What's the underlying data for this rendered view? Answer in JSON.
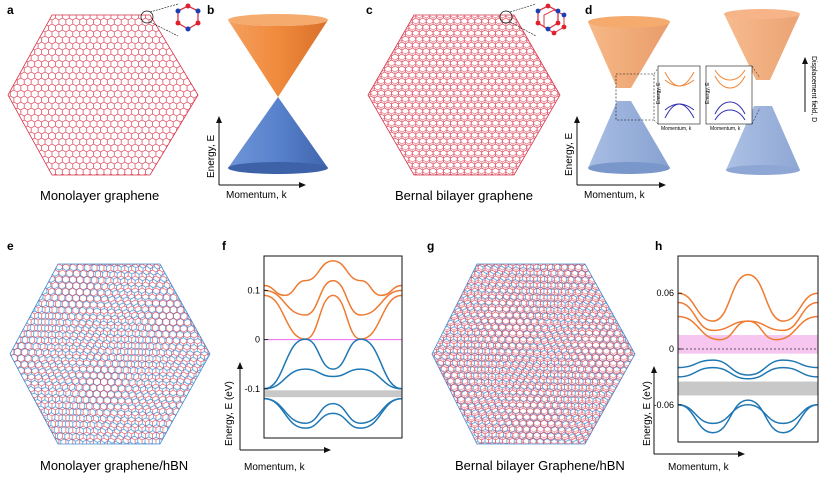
{
  "panels": {
    "a": {
      "label": "a",
      "caption": "Monolayer graphene"
    },
    "b": {
      "label": "b",
      "ylabel": "Energy, E",
      "xlabel": "Momentum, k"
    },
    "c": {
      "label": "c",
      "caption": "Bernal bilayer graphene"
    },
    "d": {
      "label": "d",
      "ylabel": "Energy, E",
      "xlabel": "Momentum, k",
      "inset_ylabel": "Energy, E",
      "inset_xlabel": "Momentum, k",
      "side_label": "Displacement field, D"
    },
    "e": {
      "label": "e",
      "caption": "Monolayer graphene/hBN"
    },
    "f": {
      "label": "f",
      "ylabel": "Energy,  E (eV)",
      "xlabel": "Momentum, k"
    },
    "g": {
      "label": "g",
      "caption": "Bernal bilayer Graphene/hBN"
    },
    "h": {
      "label": "h",
      "ylabel": "Energy,  E (eV)",
      "xlabel": "Momentum, k"
    }
  },
  "colors": {
    "graphene": "#d9344a",
    "hbn": "#3a8fd6",
    "conduction": "#f0883a",
    "valence": "#4a78c8",
    "band_blue": "#1f77b4",
    "band_orange": "#ef7a30",
    "fermi_pink": "#ee66ee",
    "gap_gray": "#c8c8c8",
    "pink_band": "#f6c6f0",
    "atom_red": "#e0202a",
    "atom_blue": "#1a3fb0"
  },
  "chart_data": [
    {
      "panel": "f",
      "type": "line",
      "xlabel": "Momentum, k",
      "ylabel": "Energy,  E (eV)",
      "yticks": [
        "0.1",
        "0",
        "-0.1"
      ],
      "ylim": [
        -0.2,
        0.17
      ],
      "fermi_level": 0,
      "gap": [
        -0.117,
        -0.103
      ],
      "series": [
        {
          "color": "orange",
          "x": [
            0,
            0.15,
            0.3,
            0.5,
            0.7,
            0.85,
            1
          ],
          "y": [
            0.11,
            0.09,
            0.12,
            0.16,
            0.12,
            0.09,
            0.11
          ]
        },
        {
          "color": "orange",
          "x": [
            0,
            0.3,
            0.5,
            0.7,
            1
          ],
          "y": [
            0.1,
            0.05,
            0.12,
            0.05,
            0.1
          ]
        },
        {
          "color": "orange",
          "x": [
            0,
            0.3,
            0.5,
            0.7,
            1
          ],
          "y": [
            0.09,
            0.001,
            0.09,
            0.001,
            0.09
          ]
        },
        {
          "color": "blue",
          "x": [
            0,
            0.3,
            0.5,
            0.7,
            1
          ],
          "y": [
            -0.1,
            0.001,
            -0.06,
            0.001,
            -0.1
          ]
        },
        {
          "color": "blue",
          "x": [
            0,
            0.3,
            0.5,
            0.7,
            1
          ],
          "y": [
            -0.1,
            -0.06,
            -0.075,
            -0.06,
            -0.1
          ]
        },
        {
          "color": "blue",
          "x": [
            0,
            0.3,
            0.5,
            0.7,
            1
          ],
          "y": [
            -0.12,
            -0.18,
            -0.15,
            -0.18,
            -0.12
          ]
        },
        {
          "color": "blue",
          "x": [
            0,
            0.3,
            0.5,
            0.7,
            1
          ],
          "y": [
            -0.12,
            -0.17,
            -0.13,
            -0.17,
            -0.12
          ]
        }
      ]
    },
    {
      "panel": "h",
      "type": "line",
      "xlabel": "Momentum, k",
      "ylabel": "Energy,  E (eV)",
      "yticks": [
        "0.06",
        "0",
        "-0.06"
      ],
      "ylim": [
        -0.1,
        0.1
      ],
      "fermi_level": 0,
      "pink_band": [
        -0.005,
        0.015
      ],
      "gap": [
        -0.05,
        -0.035
      ],
      "series": [
        {
          "color": "orange",
          "x": [
            0,
            0.25,
            0.5,
            0.75,
            1
          ],
          "y": [
            0.06,
            0.03,
            0.08,
            0.03,
            0.06
          ]
        },
        {
          "color": "orange",
          "x": [
            0,
            0.25,
            0.5,
            0.75,
            1
          ],
          "y": [
            0.05,
            0.02,
            0.03,
            0.02,
            0.05
          ]
        },
        {
          "color": "orange",
          "x": [
            0,
            0.3,
            0.5,
            0.7,
            1
          ],
          "y": [
            0.035,
            0.01,
            0.03,
            0.01,
            0.035
          ]
        },
        {
          "color": "blue",
          "x": [
            0,
            0.25,
            0.5,
            0.75,
            1
          ],
          "y": [
            -0.02,
            -0.012,
            -0.028,
            -0.012,
            -0.02
          ]
        },
        {
          "color": "blue",
          "x": [
            0,
            0.25,
            0.5,
            0.75,
            1
          ],
          "y": [
            -0.03,
            -0.02,
            -0.032,
            -0.02,
            -0.03
          ]
        },
        {
          "color": "blue",
          "x": [
            0,
            0.25,
            0.5,
            0.75,
            1
          ],
          "y": [
            -0.06,
            -0.08,
            -0.06,
            -0.08,
            -0.06
          ]
        },
        {
          "color": "blue",
          "x": [
            0,
            0.25,
            0.5,
            0.75,
            1
          ],
          "y": [
            -0.06,
            -0.09,
            -0.055,
            -0.09,
            -0.06
          ]
        }
      ]
    }
  ]
}
